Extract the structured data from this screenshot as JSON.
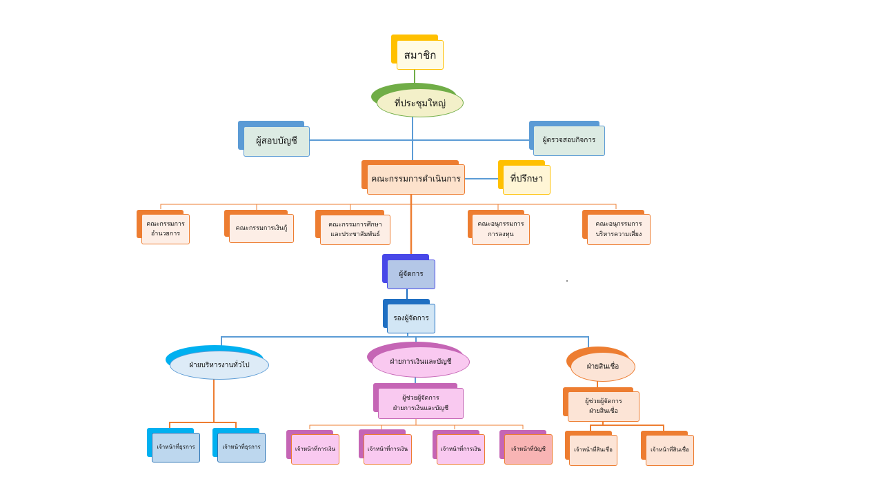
{
  "colors": {
    "yellow": "#FFC000",
    "yellow_fill": "#FFFBE5",
    "green": "#70AD47",
    "green_fill": "#F3F5D5",
    "blue": "#5B9BD5",
    "blue_fill": "#DCEBE3",
    "orange": "#ED7D31",
    "orange_fill": "#FDE9D9",
    "indigo": "#4848E8",
    "indigo_fill": "#B4C7E7",
    "navy": "#1F6FC2",
    "navy_fill": "#D2E6F5",
    "cyan": "#00B0F0",
    "cyan_fill": "#BDD7EE",
    "magenta": "#C565B5",
    "magenta_fill": "#F9C9F0",
    "salmon_fill": "#F8B4B4",
    "line_blue": "#5B9BD5",
    "line_orange": "#ED7D31"
  },
  "nodes": {
    "members": "สมาชิก",
    "general_meeting": "ที่ประชุมใหญ่",
    "auditor": "ผู้สอบบัญชี",
    "inspector": "ผู้ตรวจสอบกิจการ",
    "board": "คณะกรรมการดำเนินการ",
    "advisor": "ที่ปรึกษา",
    "sub_admin": "คณะกรรมการ\nอำนวยการ",
    "sub_loan": "คณะกรรมการเงินกู้",
    "sub_education": "คณะกรรมการศึกษา\nและประชาสัมพันธ์",
    "sub_investment": "คณะอนุกรรมการ\nการลงทุน",
    "sub_risk": "คณะอนุกรรมการ\nบริหารความเสี่ยง",
    "manager": "ผู้จัดการ",
    "deputy_manager": "รองผู้จัดการ",
    "dept_general": "ฝ่ายบริหารงานทั่วไป",
    "dept_finance": "ฝ่ายการเงินและบัญชี",
    "dept_credit": "ฝ่ายสินเชื่อ",
    "asst_finance": "ผู้ช่วยผู้จัดการ\nฝ่ายการเงินและบัญชี",
    "asst_credit": "ผู้ช่วยผู้จัดการ\nฝ่ายสินเชื่อ",
    "staff_admin_1": "เจ้าหน้าที่ธุรการ",
    "staff_admin_2": "เจ้าหน้าที่ธุรการ",
    "staff_finance_1": "เจ้าหน้าที่การเงิน",
    "staff_finance_2": "เจ้าหน้าที่การเงิน",
    "staff_finance_3": "เจ้าหน้าที่การเงิน",
    "staff_accounting": "เจ้าหน้าที่บัญชี",
    "staff_credit_1": "เจ้าหน้าที่สินเชื่อ",
    "staff_credit_2": "เจ้าหน้าที่สินเชื่อ"
  }
}
